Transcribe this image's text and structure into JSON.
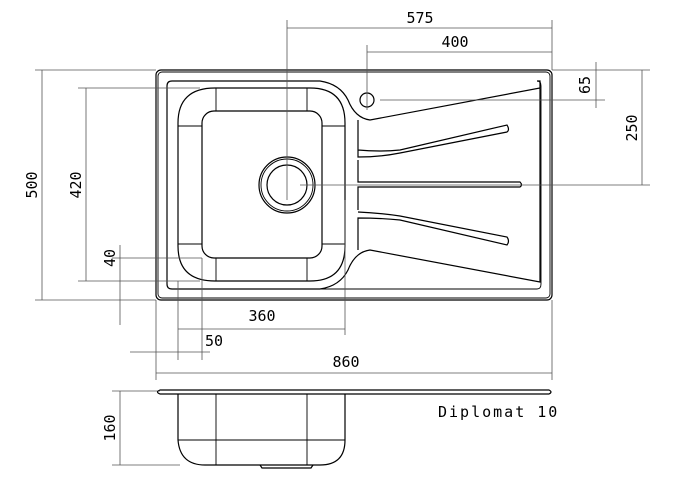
{
  "title": "Diplomat 10",
  "dimensions": {
    "overall_width": "860",
    "overall_depth": "500",
    "tap_hole_from_right": "400",
    "drain_from_right": "575",
    "tap_hole_from_back": "65",
    "drain_from_back": "250",
    "bowl_depth": "420",
    "bowl_width": "360",
    "bowl_offset_left": "50",
    "bowl_offset_front": "40",
    "bowl_height": "160"
  }
}
